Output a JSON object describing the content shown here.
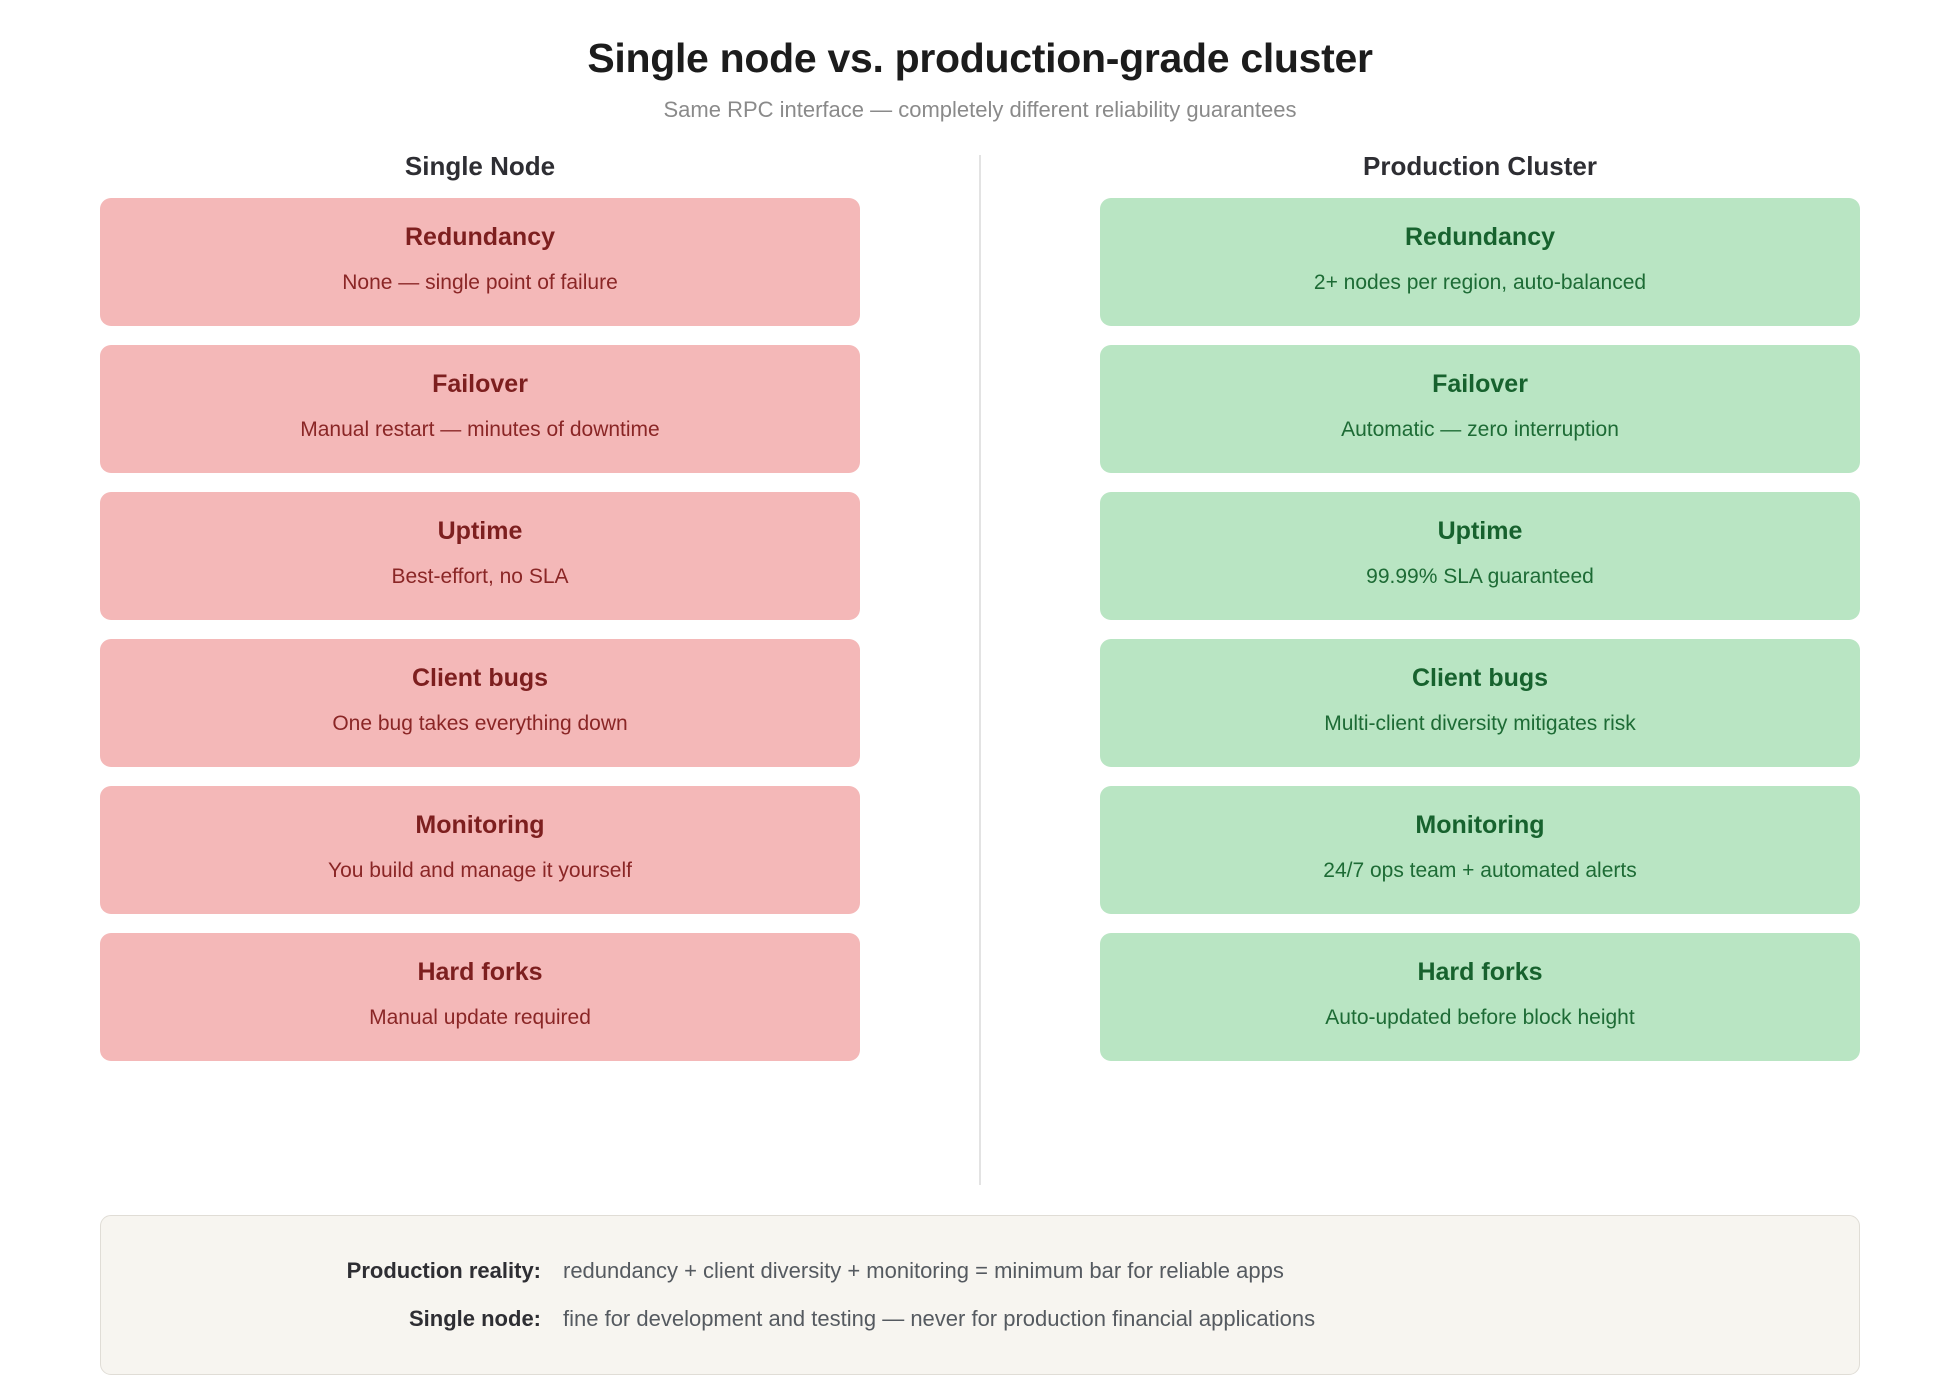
{
  "header": {
    "title": "Single node vs. production-grade cluster",
    "subtitle": "Same RPC interface — completely different reliability guarantees"
  },
  "columns": {
    "left_header": "Single Node",
    "right_header": "Production Cluster"
  },
  "colors": {
    "negative_bg": "#f4b8b8",
    "negative_title": "#7d1f1f",
    "negative_desc": "#8a2626",
    "positive_bg": "#b9e5c3",
    "positive_title": "#17622e",
    "positive_desc": "#1d6b35",
    "divider": "#e3e3e3",
    "footer_bg": "#f7f5f0",
    "footer_border": "#e0ddd6"
  },
  "rows": [
    {
      "left": {
        "title": "Redundancy",
        "desc": "None — single point of failure"
      },
      "right": {
        "title": "Redundancy",
        "desc": "2+ nodes per region, auto-balanced"
      }
    },
    {
      "left": {
        "title": "Failover",
        "desc": "Manual restart — minutes of downtime"
      },
      "right": {
        "title": "Failover",
        "desc": "Automatic — zero interruption"
      }
    },
    {
      "left": {
        "title": "Uptime",
        "desc": "Best-effort, no SLA"
      },
      "right": {
        "title": "Uptime",
        "desc": "99.99% SLA guaranteed"
      }
    },
    {
      "left": {
        "title": "Client bugs",
        "desc": "One bug takes everything down"
      },
      "right": {
        "title": "Client bugs",
        "desc": "Multi-client diversity mitigates risk"
      }
    },
    {
      "left": {
        "title": "Monitoring",
        "desc": "You build and manage it yourself"
      },
      "right": {
        "title": "Monitoring",
        "desc": "24/7 ops team + automated alerts"
      }
    },
    {
      "left": {
        "title": "Hard forks",
        "desc": "Manual update required"
      },
      "right": {
        "title": "Hard forks",
        "desc": "Auto-updated before block height"
      }
    }
  ],
  "footer": {
    "lines": [
      {
        "label": "Production reality:",
        "value": "redundancy + client diversity + monitoring = minimum bar for reliable apps"
      },
      {
        "label": "Single node:",
        "value": "fine for development and testing — never for production financial applications"
      }
    ]
  }
}
